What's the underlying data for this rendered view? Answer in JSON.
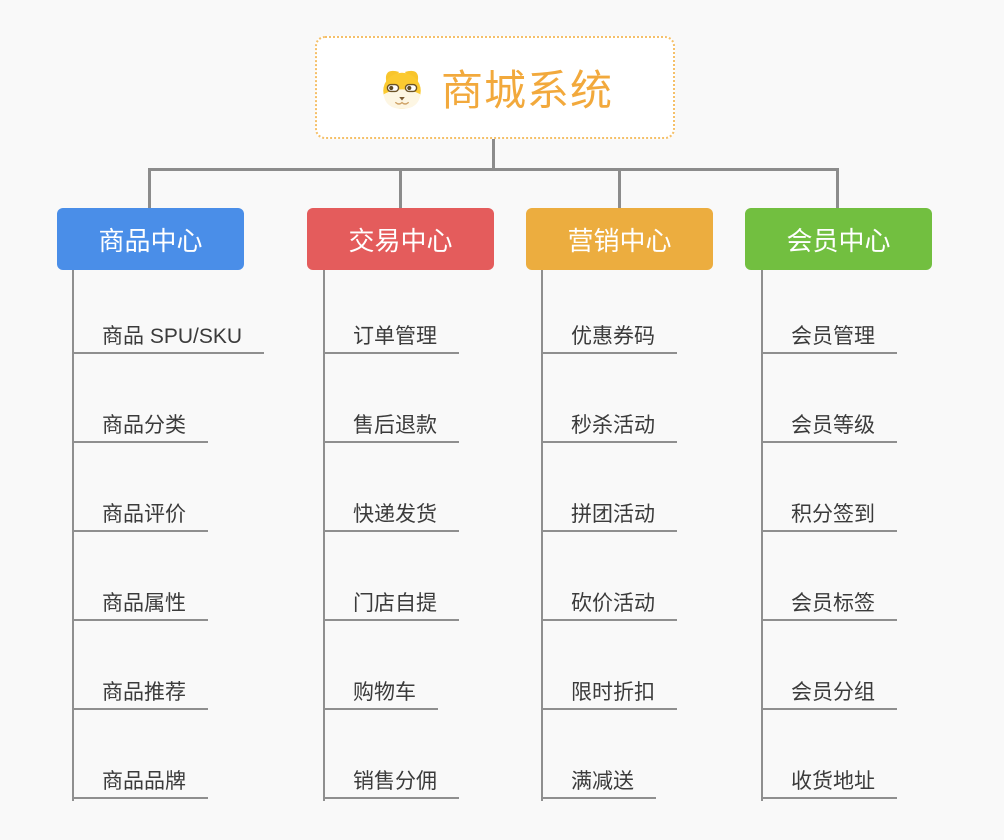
{
  "colors": {
    "bg": "#f9f9f9",
    "line-gray": "#8c8c8c",
    "leaf-line": "#8f8f8f",
    "root-border": "#f5c069",
    "root-text": "#f2a93c",
    "leaf-text": "#3b3b3b"
  },
  "root": {
    "label": "商城系统",
    "icon": "dog-face-icon"
  },
  "branches": [
    {
      "label": "商品中心",
      "color": "#4a8ee8",
      "children": [
        "商品 SPU/SKU",
        "商品分类",
        "商品评价",
        "商品属性",
        "商品推荐",
        "商品品牌"
      ]
    },
    {
      "label": "交易中心",
      "color": "#e45c5c",
      "children": [
        "订单管理",
        "售后退款",
        "快递发货",
        "门店自提",
        "购物车",
        "销售分佣"
      ]
    },
    {
      "label": "营销中心",
      "color": "#ecad3f",
      "children": [
        "优惠券码",
        "秒杀活动",
        "拼团活动",
        "砍价活动",
        "限时折扣",
        "满减送"
      ]
    },
    {
      "label": "会员中心",
      "color": "#72bf40",
      "children": [
        "会员管理",
        "会员等级",
        "积分签到",
        "会员标签",
        "会员分组",
        "收货地址"
      ]
    }
  ]
}
